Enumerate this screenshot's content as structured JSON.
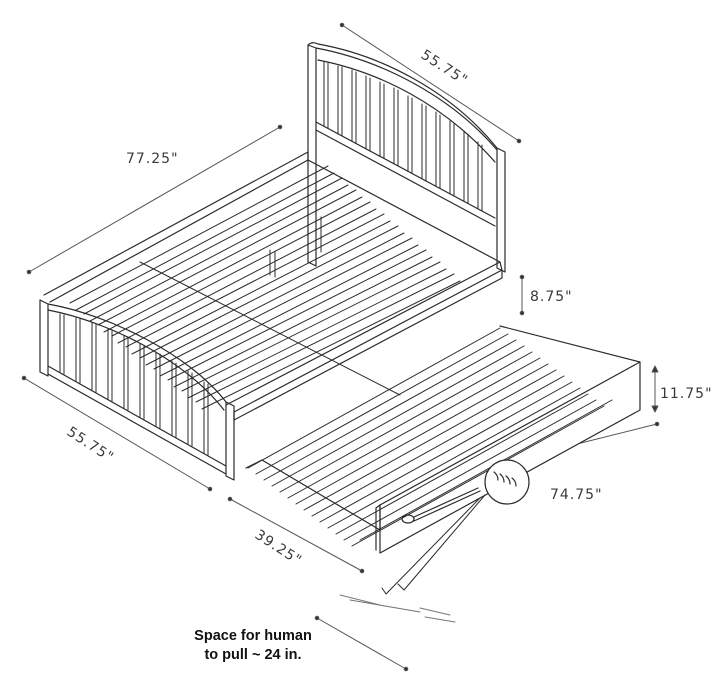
{
  "diagram": {
    "subject": "Bed frame with pull-out trundle",
    "colors": {
      "line": "#2b2b2b",
      "dim_line": "#555555",
      "background": "#ffffff",
      "text": "#3a3a3a"
    },
    "dimensions": {
      "bed_length": "77.25\"",
      "headboard_width": "55.75\"",
      "footboard_width": "55.75\"",
      "rail_height": "8.75\"",
      "trundle_height": "11.75\"",
      "trundle_length": "74.75\"",
      "trundle_width": "39.25\""
    },
    "note": {
      "line1": "Space for human",
      "line2": "to pull ~ 24 in."
    }
  }
}
